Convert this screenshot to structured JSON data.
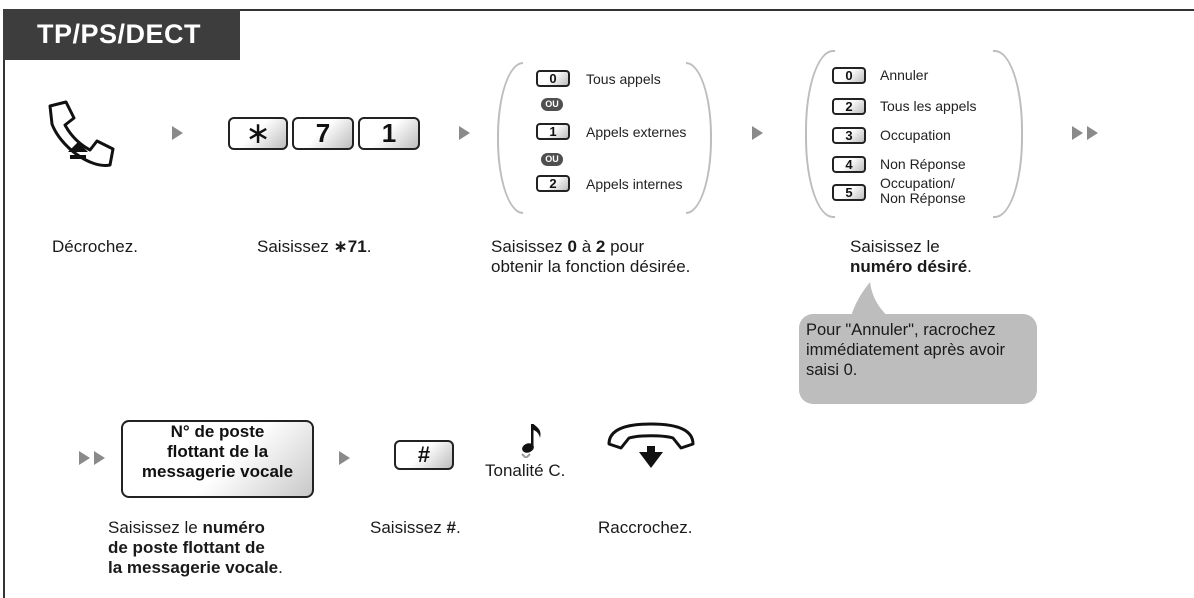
{
  "header": {
    "tag": "TP/PS/DECT"
  },
  "step1": {
    "icon": "handset-off-hook-icon",
    "caption": "Décrochez."
  },
  "step2": {
    "keys": [
      "∗",
      "7",
      "1"
    ],
    "caption_prefix": "Saisissez ",
    "caption_code": "∗71",
    "caption_suffix": "."
  },
  "step3": {
    "options": [
      {
        "key": "0",
        "label": "Tous appels"
      },
      {
        "key": "1",
        "label": "Appels externes"
      },
      {
        "key": "2",
        "label": "Appels internes"
      }
    ],
    "or_label": "OU",
    "caption_a": "Saisissez ",
    "caption_b": "0",
    "caption_c": " à ",
    "caption_d": "2",
    "caption_e": " pour",
    "caption_line2": "obtenir la fonction désirée."
  },
  "step4": {
    "options": [
      {
        "key": "0",
        "label": "Annuler"
      },
      {
        "key": "2",
        "label": "Tous les appels"
      },
      {
        "key": "3",
        "label": "Occupation"
      },
      {
        "key": "4",
        "label": "Non Réponse"
      },
      {
        "key": "5",
        "label_line1": "Occupation/",
        "label_line2": "Non Réponse"
      }
    ],
    "caption_line1": "Saisissez le",
    "caption_bold": "numéro désiré",
    "caption_end": "."
  },
  "note": {
    "line1": "Pour \"Annuler\", racrochez",
    "line2": "immédiatement après avoir",
    "line3": "saisi 0."
  },
  "step5": {
    "box_line1": "N° de poste",
    "box_line2": "flottant de la",
    "box_line3": "messagerie vocale",
    "caption_a": "Saisissez le ",
    "caption_b": "numéro",
    "caption_line2": "de poste flottant de",
    "caption_line3": "la messagerie vocale",
    "caption_end": "."
  },
  "step6": {
    "key": "#",
    "caption_a": "Saisissez ",
    "caption_b": "#",
    "caption_c": "."
  },
  "step7": {
    "icon": "music-note-icon",
    "label": "Tonalité C."
  },
  "step8": {
    "icon": "handset-on-hook-icon",
    "caption": "Raccrochez."
  },
  "colors": {
    "tag_bg": "#3d3d3d",
    "arrow": "#8a8a8a",
    "bubble": "#bdbdbd",
    "paren": "#bdbdbd"
  }
}
